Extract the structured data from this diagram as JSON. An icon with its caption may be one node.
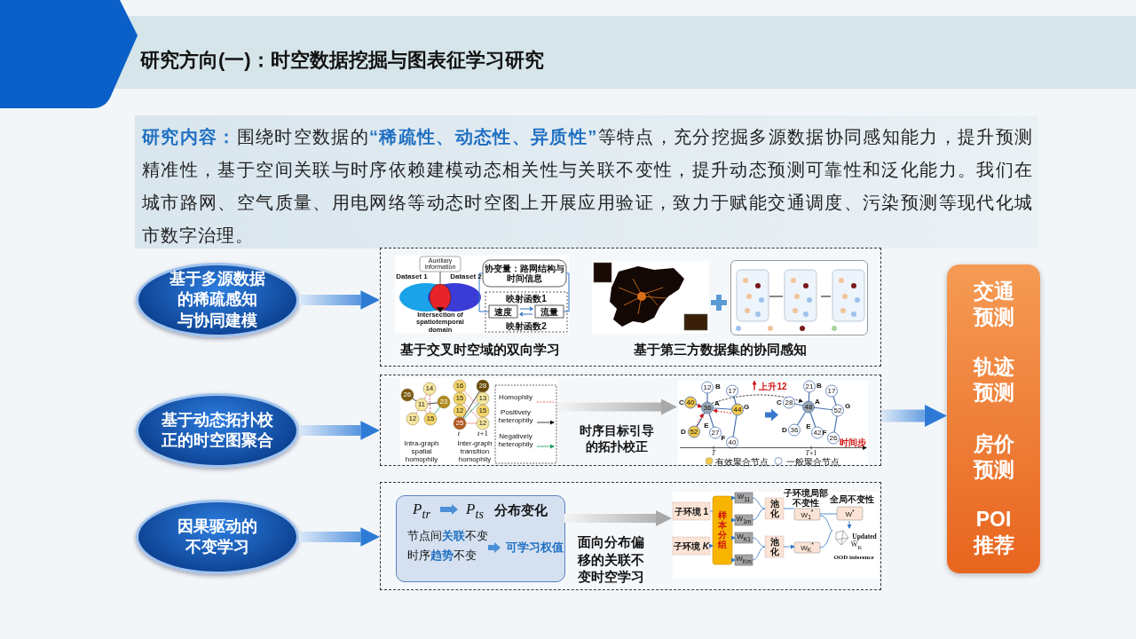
{
  "diagram": {
    "title": "研究方向(一)：时空数据挖掘与图表征学习研究",
    "nodes": [
      {
        "text": [
          "基于多源数据的稀疏感知与协同建模"
        ]
      },
      {
        "text": [
          "基于动态拓扑校正的时空图聚合"
        ]
      },
      {
        "text": [
          "因果驱动的不变学习"
        ]
      },
      {
        "text": [],
        "shape": "box"
      },
      {
        "text": [],
        "shape": "picture",
        "in": 3,
        "beside": [
          "基于交叉时空域的双向学习"
        ]
      },
      {
        "text": [],
        "shape": "picture",
        "in": 3,
        "beside": [
          "基于第三方数据集的协同感知"
        ]
      },
      {
        "text": [],
        "shape": "picture",
        "in": 3
      },
      {
        "text": [],
        "shape": "box"
      },
      {
        "text": [],
        "shape": "picture",
        "in": 7
      },
      {
        "text": [],
        "shape": "picture",
        "in": 7
      },
      {
        "text": [],
        "shape": "box"
      },
      {
        "text": [
          "P$_{tr}$",
          "P$_{ts}$",
          "分布变化",
          "节点间**关联**不变",
          "时序**趋势**不变",
          "可学习权值"
        ],
        "in": 10
      },
      {
        "text": [],
        "shape": "picture",
        "in": 10
      },
      {
        "text": [
          "交通预测",
          "轨迹预测",
          "房价预测",
          "POI推荐"
        ]
      }
    ],
    "edges": [
      {
        "from": 0,
        "to": 3,
        "arrow": "to"
      },
      {
        "from": 1,
        "to": 7,
        "arrow": "to"
      },
      {
        "from": 2,
        "to": 10,
        "arrow": "to"
      },
      {
        "from": 8,
        "to": 9,
        "arrow": "to",
        "label": "时序目标引导的拓扑校正",
        "color": "#a8a8a8"
      },
      {
        "from": 11,
        "to": 12,
        "arrow": "to",
        "label": "面向分布偏移的关联不变时空学习",
        "color": "#a8a8a8"
      },
      {
        "from": 7,
        "to": 13,
        "arrow": "to"
      }
    ],
    "labels": [
      "**研究内容：**围绕时空数据的**“稀疏性、动态性、异质性”**等特点，充分挖掘多源数据协同感知能力，提升预测精准性，基于空间关联与时序依赖建模动态相关性与关联不变性，提升动态预测可靠性和泛化能力。我们在城市路网、空气质量、用电网络等动态时空图上开展应用验证，致力于赋能交通调度、污染预测等现代化城市数字治理。",
      "Auxiliary information",
      "Dataset 1",
      "Dataset 2",
      "Intersection of spatiotemporal domain",
      "协变量：路网结构与时间信息",
      "映射函数1",
      "速度",
      "流量",
      "映射函数2",
      "26",
      "14",
      "11",
      "23",
      "12",
      "15",
      "16",
      "15",
      "12",
      "25",
      "28",
      "13",
      "15",
      "12",
      "*t*",
      "*t*+1",
      "Intra-graph spatial homophily",
      "Inter-graph transition homophily",
      "Homophily",
      "Positively heterophily",
      "Negatively heterophily",
      "12",
      "B",
      "17",
      "上升12",
      "21",
      "B",
      "17",
      "C",
      "40",
      "36",
      "A",
      "44",
      "G",
      "C",
      "28",
      "48",
      "A",
      "52",
      "G",
      "D",
      "52",
      "E",
      "27",
      "F",
      "40",
      "D",
      "36",
      "E",
      "42",
      "F",
      "26",
      "时间步",
      "*T*",
      "*T*+1",
      "有效聚合节点",
      "一般聚合节点",
      "子环境 1",
      "子环境 *K*",
      "样本分组",
      "W$_{11}$",
      "W$_{1m}$",
      "W$_{K1}$",
      "W$_{Km}$",
      "池化",
      "池化",
      "子环境局部不变性",
      "W$_{1}$$^{*}$",
      "W$_{K}$$^{*}$",
      "全局不变性",
      "W$^{*}$",
      "Updated",
      "Ŵ$_{K}$",
      "OOD inference"
    ]
  }
}
